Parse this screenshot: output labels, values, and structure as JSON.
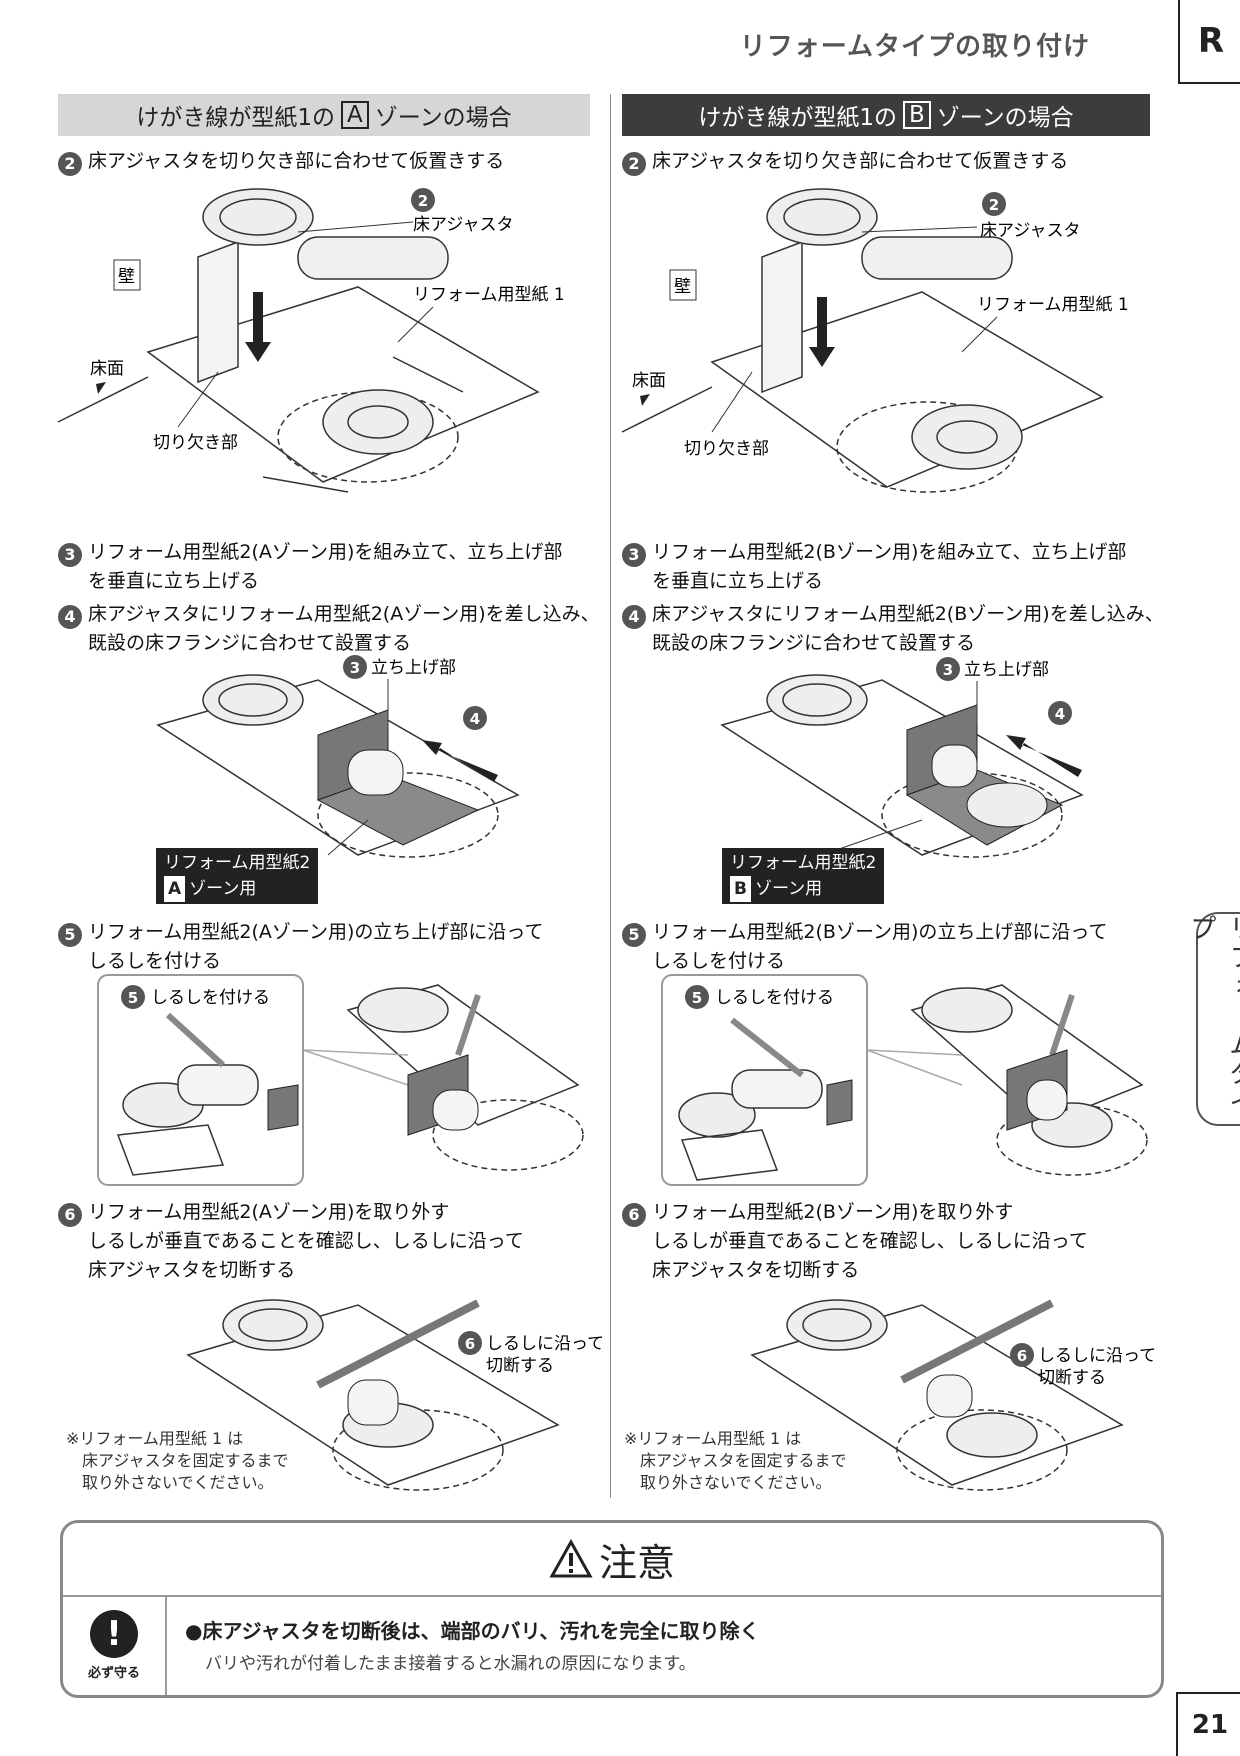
{
  "header": {
    "title": "リフォームタイプの取り付け",
    "badge": "R"
  },
  "side_tab": "リフォームタイプ",
  "page_number": "21",
  "columns": [
    {
      "heading_pre": "けがき線が型紙1の",
      "zone": "A",
      "heading_post": "ゾーンの場合",
      "step2": "床アジャスタを切り欠き部に合わせて仮置きする",
      "labels": {
        "adjuster_num": "2",
        "adjuster": "床アジャスタ",
        "wall": "壁",
        "paper1": "リフォーム用型紙 1",
        "floor": "床面",
        "notch": "切り欠き部"
      },
      "step3_line1": "リフォーム用型紙2(Aゾーン用)を組み立て、立ち上げ部",
      "step3_line2": "を垂直に立ち上げる",
      "step4_line1": "床アジャスタにリフォーム用型紙2(Aゾーン用)を差し込み、",
      "step4_line2": "既設の床フランジに合わせて設置する",
      "riser_num": "3",
      "riser": "立ち上げ部",
      "arrow_num": "4",
      "paper2_line1": "リフォーム用型紙2",
      "paper2_zone": "A",
      "paper2_line2": "ゾーン用",
      "step5_line1": "リフォーム用型紙2(Aゾーン用)の立ち上げ部に沿って",
      "step5_line2": "しるしを付ける",
      "mark_num": "5",
      "mark_label": "しるしを付ける",
      "step6_line1": "リフォーム用型紙2(Aゾーン用)を取り外す",
      "step6_line2": "しるしが垂直であることを確認し、しるしに沿って",
      "step6_line3": "床アジャスタを切断する",
      "cut_num": "6",
      "cut_line1": "しるしに沿って",
      "cut_line2": "切断する",
      "note_line1": "※リフォーム用型紙 1 は",
      "note_line2": "床アジャスタを固定するまで",
      "note_line3": "取り外さないでください。"
    },
    {
      "heading_pre": "けがき線が型紙1の",
      "zone": "B",
      "heading_post": "ゾーンの場合",
      "step2": "床アジャスタを切り欠き部に合わせて仮置きする",
      "labels": {
        "adjuster_num": "2",
        "adjuster": "床アジャスタ",
        "wall": "壁",
        "paper1": "リフォーム用型紙 1",
        "floor": "床面",
        "notch": "切り欠き部"
      },
      "step3_line1": "リフォーム用型紙2(Bゾーン用)を組み立て、立ち上げ部",
      "step3_line2": "を垂直に立ち上げる",
      "step4_line1": "床アジャスタにリフォーム用型紙2(Bゾーン用)を差し込み、",
      "step4_line2": "既設の床フランジに合わせて設置する",
      "riser_num": "3",
      "riser": "立ち上げ部",
      "arrow_num": "4",
      "paper2_line1": "リフォーム用型紙2",
      "paper2_zone": "B",
      "paper2_line2": "ゾーン用",
      "step5_line1": "リフォーム用型紙2(Bゾーン用)の立ち上げ部に沿って",
      "step5_line2": "しるしを付ける",
      "mark_num": "5",
      "mark_label": "しるしを付ける",
      "step6_line1": "リフォーム用型紙2(Bゾーン用)を取り外す",
      "step6_line2": "しるしが垂直であることを確認し、しるしに沿って",
      "step6_line3": "床アジャスタを切断する",
      "cut_num": "6",
      "cut_line1": "しるしに沿って",
      "cut_line2": "切断する",
      "note_line1": "※リフォーム用型紙 1 は",
      "note_line2": "床アジャスタを固定するまで",
      "note_line3": "取り外さないでください。"
    }
  ],
  "step_numbers": {
    "s2": "2",
    "s3": "3",
    "s4": "4",
    "s5": "5",
    "s6": "6"
  },
  "caution": {
    "title": "注意",
    "mark": "!",
    "must_label": "必ず守る",
    "main": "●床アジャスタを切断後は、端部のバリ、汚れを完全に取り除く",
    "sub": "バリや汚れが付着したまま接着すると水漏れの原因になります。"
  }
}
